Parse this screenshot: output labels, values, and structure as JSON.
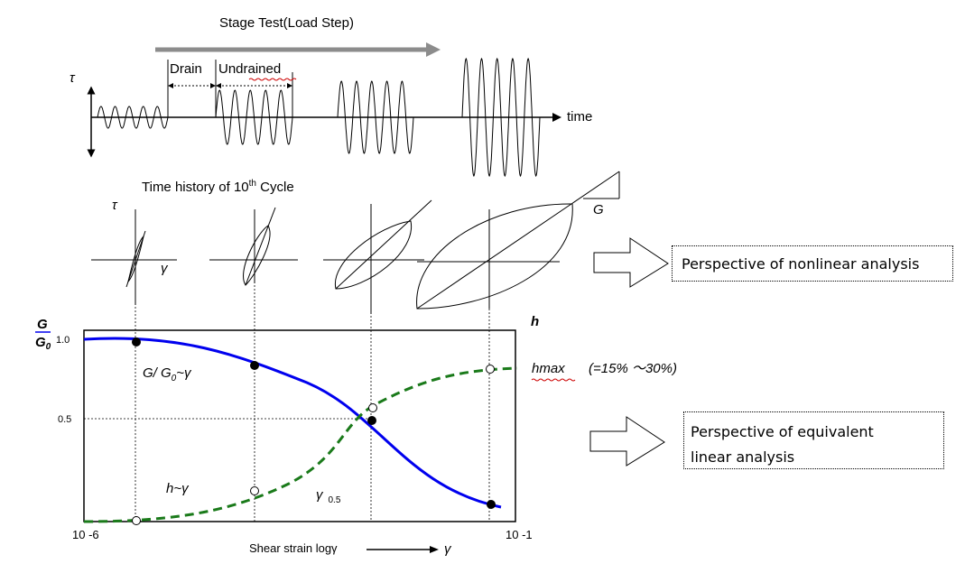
{
  "stage_title": "Stage Test(Load Step)",
  "drain_label": "Drain",
  "undrained_label": "Undrained",
  "time_label": "time",
  "tau_symbol": "τ",
  "history_title_pre": "Time history of 10",
  "history_title_sup": "th",
  "history_title_post": " Cycle",
  "gamma_symbol": "γ",
  "g_label": "G",
  "ratio_num": "G",
  "ratio_den": "G",
  "ratio_den_sub": "0",
  "h_axis_label": "h",
  "hmax_label": "hmax",
  "hmax_note": "(=15% ～30%)",
  "y_tick_1": "1.0",
  "y_tick_05": "0.5",
  "curve_g_label_pre": "G/ G",
  "curve_g_label_sub": "0",
  "curve_g_label_post": "~γ",
  "curve_h_label": "h~γ",
  "gamma05_label": "γ",
  "gamma05_sub": "0.5",
  "x_min_label": "10 -6",
  "x_max_label": "10 -1",
  "x_axis_label": "Shear strain logγ",
  "x_axis_symbol": "γ",
  "nonlinear_text": "Perspective of nonlinear analysis",
  "equiv_line1": "Perspective of equivalent",
  "equiv_line2": "linear analysis",
  "colors": {
    "g_curve": "#0000ee",
    "h_curve": "#1a7a1a",
    "note": "#ee0000"
  }
}
